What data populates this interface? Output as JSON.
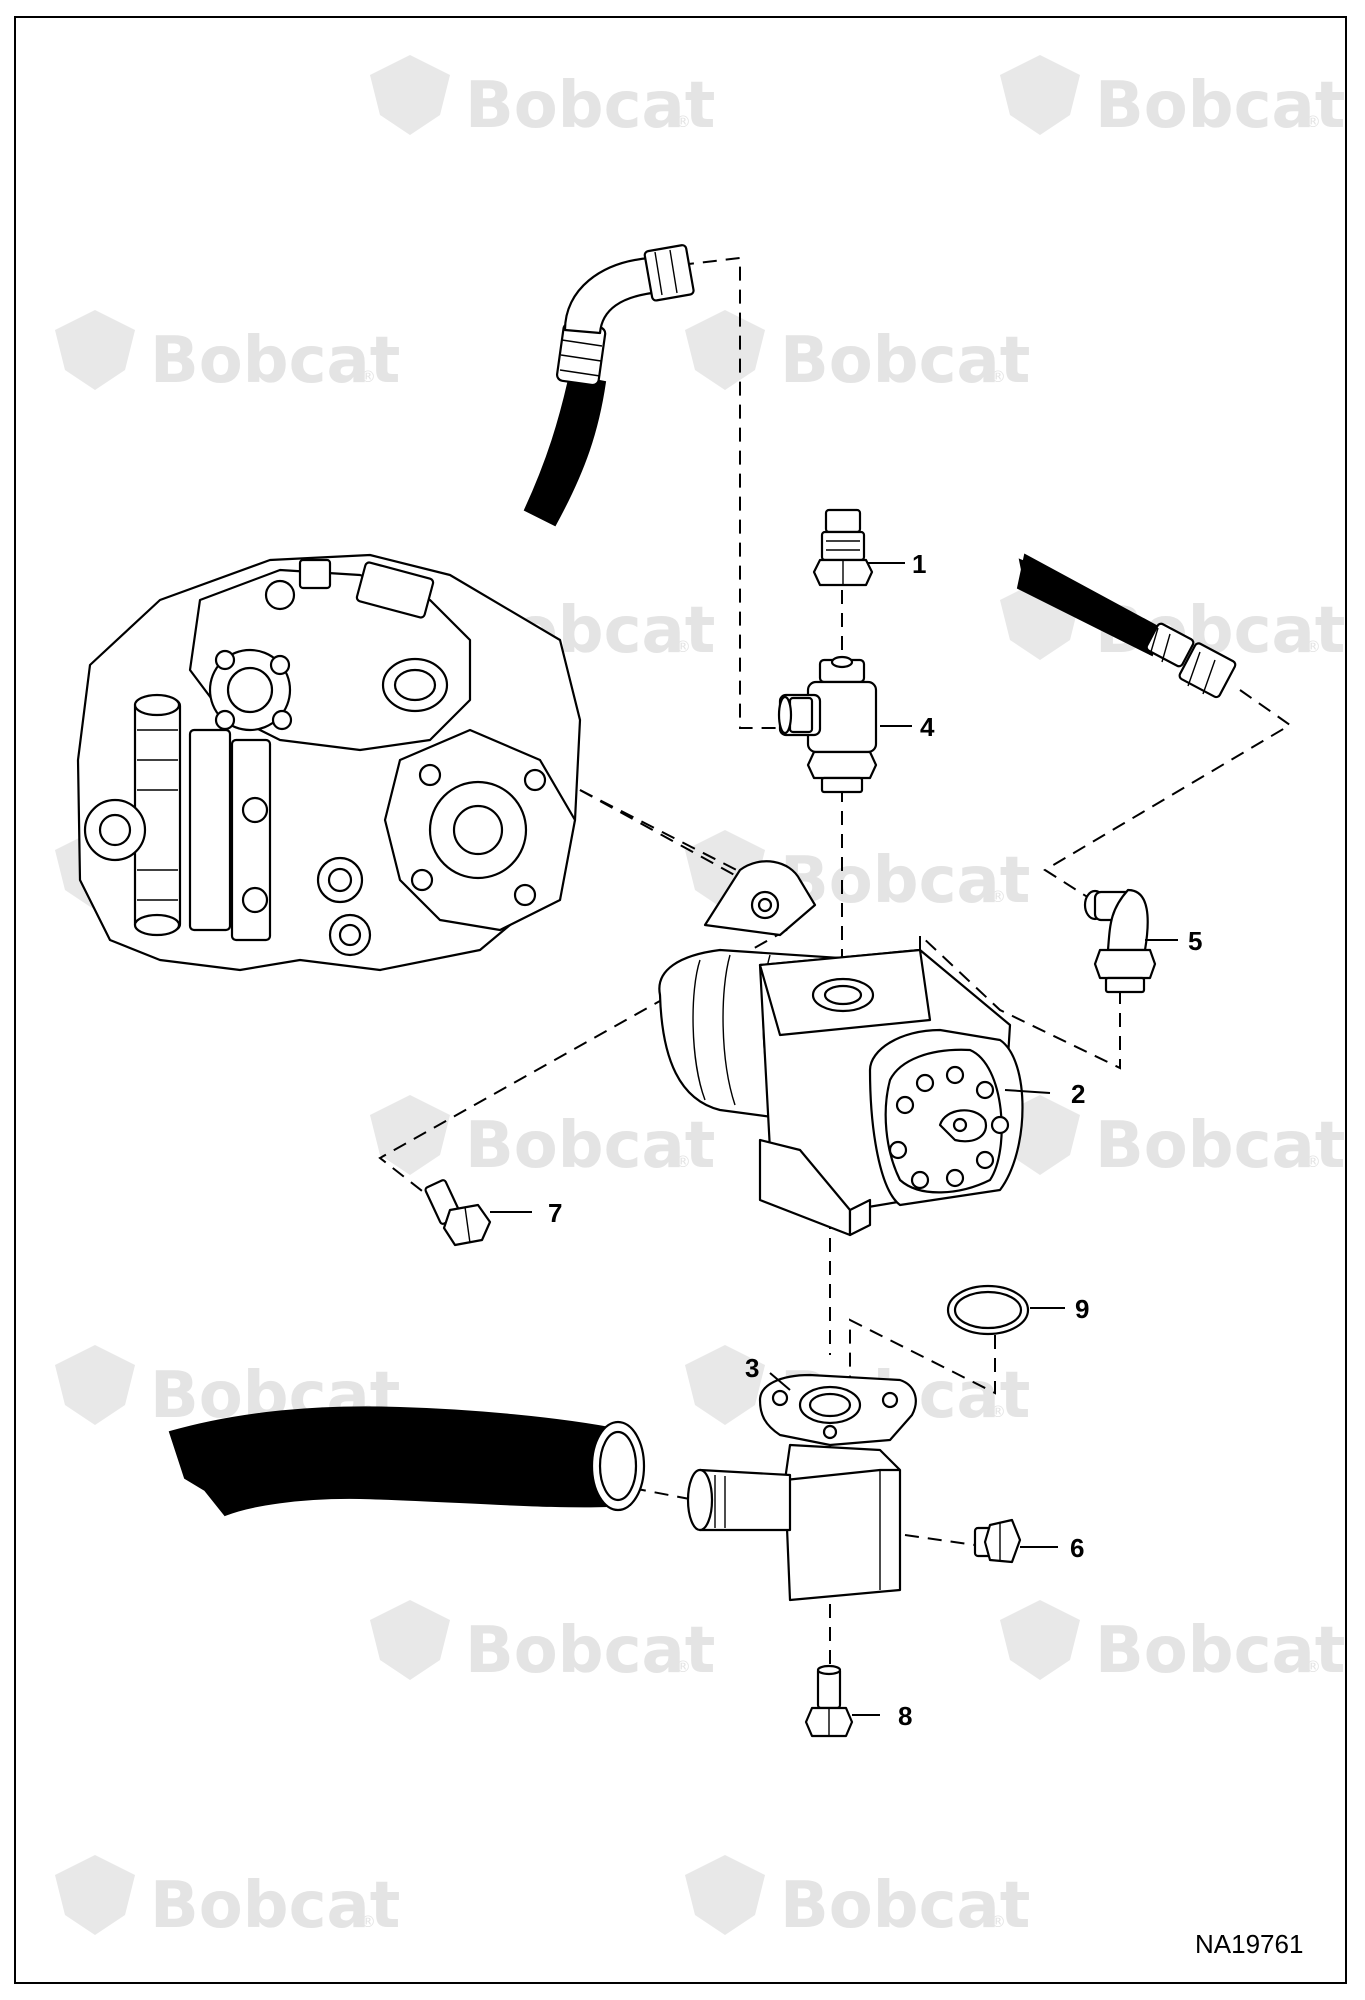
{
  "watermark": {
    "text": "Bobcat",
    "registered": "®"
  },
  "callouts": [
    {
      "id": "1",
      "label": "1"
    },
    {
      "id": "2",
      "label": "2"
    },
    {
      "id": "3",
      "label": "3"
    },
    {
      "id": "4",
      "label": "4"
    },
    {
      "id": "5",
      "label": "5"
    },
    {
      "id": "6",
      "label": "6"
    },
    {
      "id": "7",
      "label": "7"
    },
    {
      "id": "8",
      "label": "8"
    },
    {
      "id": "9",
      "label": "9"
    }
  ],
  "figure_id": "NA19761",
  "colors": {
    "line": "#000000",
    "watermark": "#e4e4e4",
    "background": "#ffffff"
  }
}
